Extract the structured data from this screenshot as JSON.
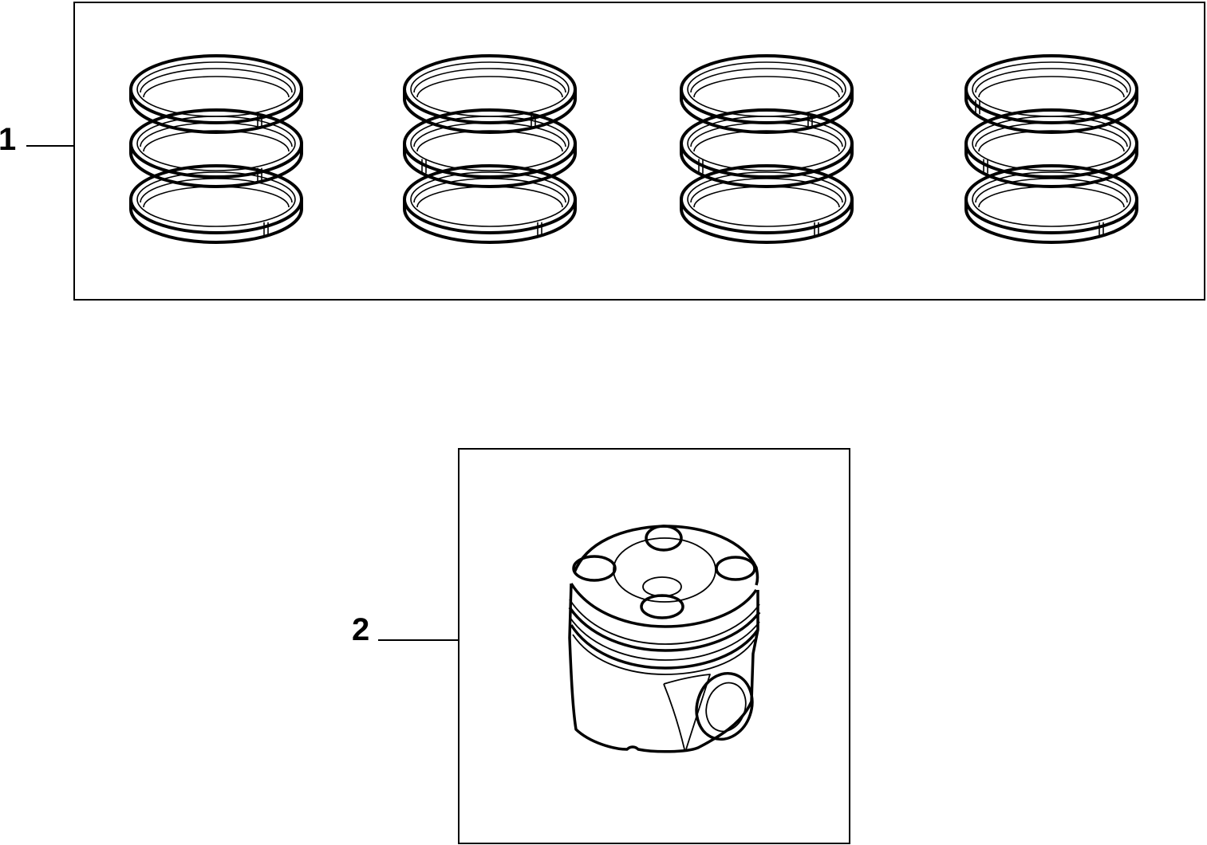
{
  "callouts": {
    "item_1_label": "1",
    "item_2_label": "2"
  },
  "parts": {
    "piston_ring_sets": 4,
    "rings_per_set": 3
  },
  "colors": {
    "line": "#000000",
    "background": "#ffffff"
  }
}
